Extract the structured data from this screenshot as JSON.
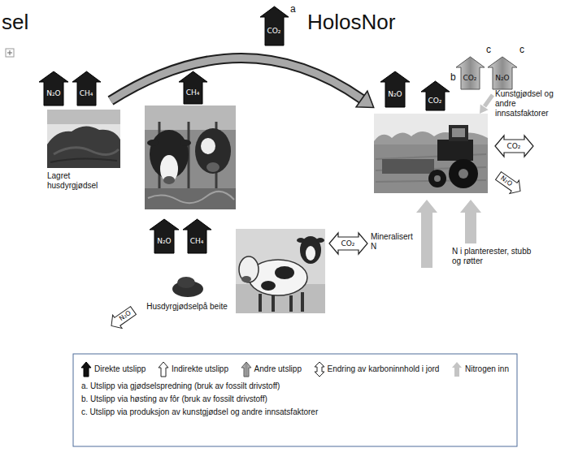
{
  "diagram": {
    "title": "HolosNor",
    "nodes": [
      {
        "text": [
          "CO₂"
        ]
      },
      {
        "text": [
          "N₂O"
        ]
      },
      {
        "text": [
          "CH₄"
        ]
      },
      {
        "text": [
          "CH₄"
        ]
      },
      {
        "text": [
          "N₂O"
        ]
      },
      {
        "text": [
          "CO₂"
        ]
      },
      {
        "text": [
          "N₂O"
        ]
      },
      {
        "text": [
          "CO₂"
        ]
      },
      {
        "text": [
          "Lagret husdyrgjødsel"
        ]
      },
      {
        "text": [
          "CO₂"
        ]
      },
      {
        "text": [
          "N₂O"
        ]
      },
      {
        "text": [
          "N₂O"
        ]
      },
      {
        "text": [
          "CH₄"
        ]
      },
      {
        "text": [
          "CO₂"
        ]
      },
      {
        "text": [
          "Husdyrgjødselpå beite"
        ]
      },
      {
        "text": [
          "N₂O"
        ]
      }
    ],
    "labels": [
      "sel",
      "a",
      "b",
      "c",
      "c",
      "Kunstgjødsel og andre innsatsfaktorer",
      "Mineralisert N",
      "N i planterester, stubb og røtter",
      "a. Utslipp via gjødselspredning (bruk av fossilt drivstoff)",
      "b. Utslipp via høsting av fôr (bruk av fossilt drivstoff)",
      "c. Utslipp via produksjon av kunstgjødsel og andre innsatsfaktorer"
    ],
    "legend": [
      {
        "text": "Direkte utslipp"
      },
      {
        "text": "Indirekte utslipp"
      },
      {
        "text": "Andre utslipp"
      },
      {
        "text": "Endring av karboninnhold i jord"
      },
      {
        "text": "Nitrogen inn"
      }
    ]
  }
}
